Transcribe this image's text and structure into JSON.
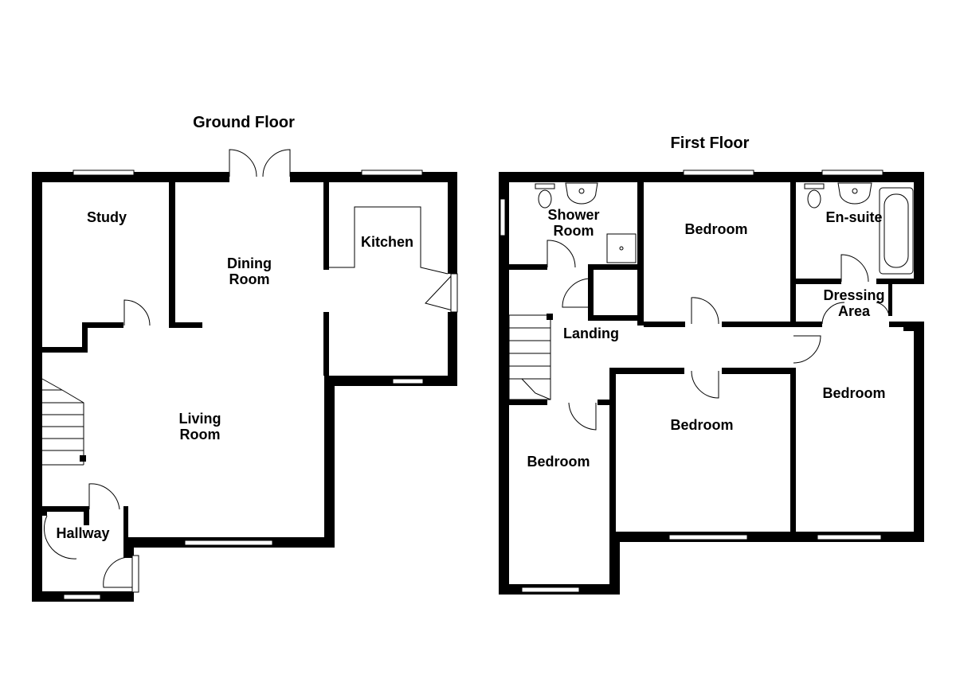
{
  "floors": [
    {
      "title": "Ground Floor",
      "rooms": [
        "Study",
        "Dining",
        "Room",
        "Kitchen",
        "Living",
        "Room",
        "Hallway"
      ]
    },
    {
      "title": "First Floor",
      "rooms": [
        "Shower",
        "Room",
        "Bedroom",
        "En-suite",
        "Dressing",
        "Area",
        "Landing",
        "Bedroom",
        "Bedroom",
        "Bedroom"
      ]
    }
  ],
  "colors": {
    "wall": "#000000",
    "background": "#ffffff"
  }
}
